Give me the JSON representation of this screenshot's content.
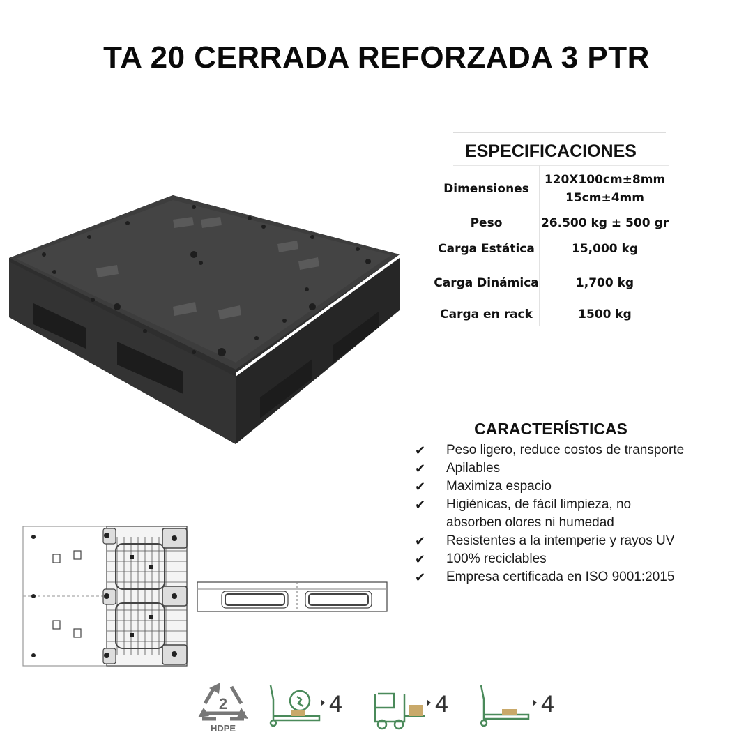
{
  "title": "TA 20 CERRADA REFORZADA 3 PTR",
  "specs": {
    "heading": "ESPECIFICACIONES",
    "rows": [
      {
        "label": "Dimensiones",
        "value": "120X100cm±8mm",
        "value2": "15cm±4mm"
      },
      {
        "label": "Peso",
        "value": "26.500 kg ± 500 gr"
      },
      {
        "label": "Carga Estática",
        "value": "15,000 kg"
      },
      {
        "label": "Carga Dinámica",
        "value": "1,700 kg"
      },
      {
        "label": "Carga en rack",
        "value": "1500 kg"
      }
    ]
  },
  "characteristics": {
    "heading": "CARACTERÍSTICAS",
    "check_glyph": "✔",
    "items": [
      "Peso ligero, reduce costos de transporte",
      "Apilables",
      "Maximiza espacio",
      "Higiénicas, de fácil limpieza, no",
      "absorben olores ni humedad",
      "Resistentes a la intemperie y rayos UV",
      "100% reciclables",
      "Empresa certificada en ISO 9001:2015"
    ]
  },
  "icons": {
    "recycle_number": "2",
    "recycle_label": "HDPE",
    "stack_counts": [
      "4",
      "4",
      "4"
    ],
    "accent_color": "#4a8a5a"
  }
}
